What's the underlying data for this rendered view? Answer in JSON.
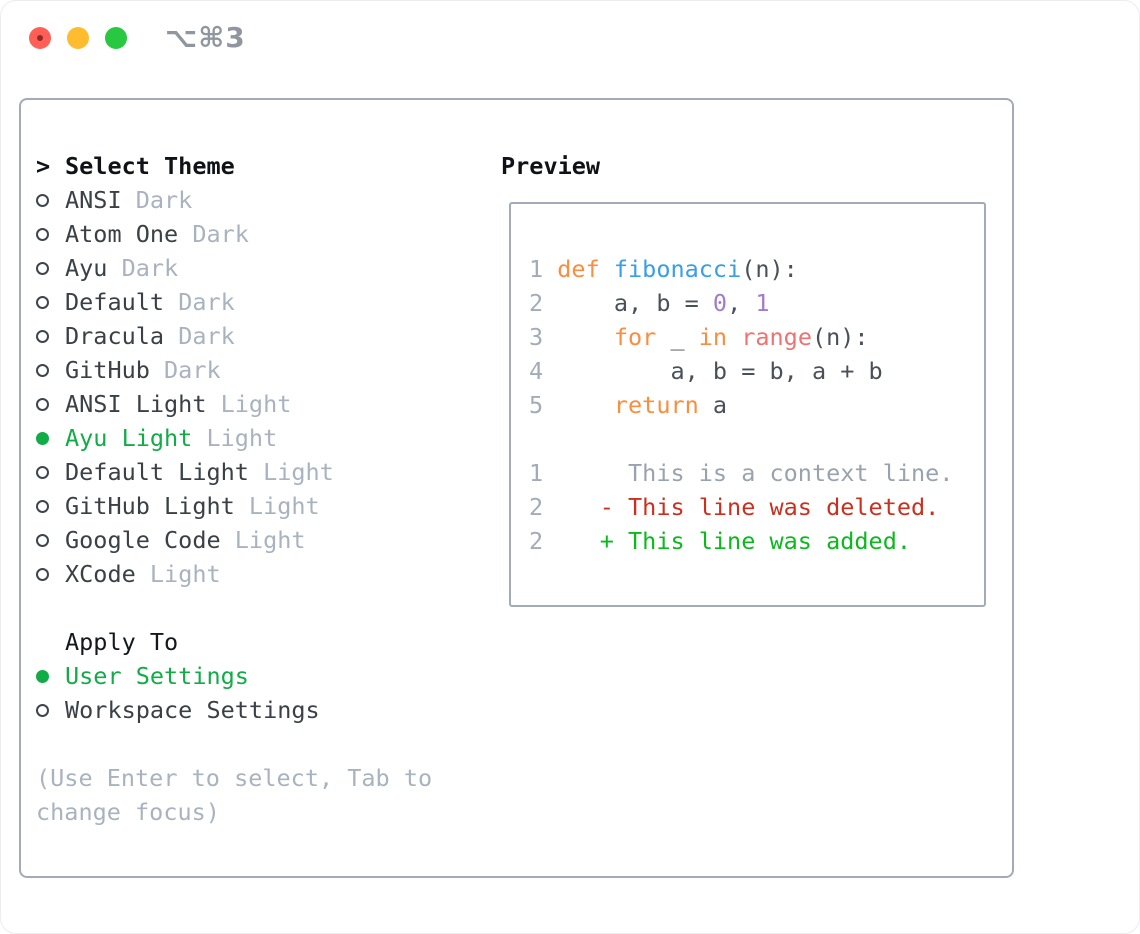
{
  "window": {
    "title": "⌥⌘3"
  },
  "selector": {
    "prompt": ">",
    "header": "Select Theme",
    "themes": [
      {
        "name": "ANSI",
        "variant": "Dark",
        "selected": false
      },
      {
        "name": "Atom One",
        "variant": "Dark",
        "selected": false
      },
      {
        "name": "Ayu",
        "variant": "Dark",
        "selected": false
      },
      {
        "name": "Default",
        "variant": "Dark",
        "selected": false
      },
      {
        "name": "Dracula",
        "variant": "Dark",
        "selected": false
      },
      {
        "name": "GitHub",
        "variant": "Dark",
        "selected": false
      },
      {
        "name": "ANSI Light",
        "variant": "Light",
        "selected": false
      },
      {
        "name": "Ayu Light",
        "variant": "Light",
        "selected": true
      },
      {
        "name": "Default Light",
        "variant": "Light",
        "selected": false
      },
      {
        "name": "GitHub Light",
        "variant": "Light",
        "selected": false
      },
      {
        "name": "Google Code",
        "variant": "Light",
        "selected": false
      },
      {
        "name": "XCode",
        "variant": "Light",
        "selected": false
      }
    ],
    "apply_to": {
      "header": "Apply To",
      "options": [
        {
          "name": "User Settings",
          "selected": true
        },
        {
          "name": "Workspace Settings",
          "selected": false
        }
      ]
    },
    "hint": "(Use Enter to select, Tab to change focus)"
  },
  "preview": {
    "header": "Preview",
    "code": [
      {
        "num": "1",
        "tokens": [
          {
            "text": "def",
            "style": "keyword"
          },
          {
            "text": " ",
            "style": "plain"
          },
          {
            "text": "fibonacci",
            "style": "function"
          },
          {
            "text": "(n):",
            "style": "plain"
          }
        ]
      },
      {
        "num": "2",
        "tokens": [
          {
            "text": "    a, b = ",
            "style": "plain"
          },
          {
            "text": "0",
            "style": "number"
          },
          {
            "text": ", ",
            "style": "plain"
          },
          {
            "text": "1",
            "style": "number"
          }
        ]
      },
      {
        "num": "3",
        "tokens": [
          {
            "text": "    ",
            "style": "plain"
          },
          {
            "text": "for",
            "style": "keyword"
          },
          {
            "text": " _ ",
            "style": "plain"
          },
          {
            "text": "in",
            "style": "keyword"
          },
          {
            "text": " ",
            "style": "plain"
          },
          {
            "text": "range",
            "style": "builtin"
          },
          {
            "text": "(n):",
            "style": "plain"
          }
        ]
      },
      {
        "num": "4",
        "tokens": [
          {
            "text": "        a, b = b, a + b",
            "style": "plain"
          }
        ]
      },
      {
        "num": "5",
        "tokens": [
          {
            "text": "    ",
            "style": "plain"
          },
          {
            "text": "return",
            "style": "keyword"
          },
          {
            "text": " a",
            "style": "plain"
          }
        ]
      },
      {
        "num": "",
        "tokens": []
      },
      {
        "num": "1",
        "tokens": [
          {
            "text": "     This is a context line.",
            "style": "context"
          }
        ]
      },
      {
        "num": "2",
        "tokens": [
          {
            "text": "   - This line was deleted.",
            "style": "deleted"
          }
        ]
      },
      {
        "num": "2",
        "tokens": [
          {
            "text": "   + This line was added.",
            "style": "added"
          }
        ]
      }
    ]
  },
  "colors": {
    "selection_green": "#12AC47",
    "added": "#0CB91D",
    "deleted": "#CC2F1E",
    "keyword": "#FA8D3E",
    "function": "#399EE6",
    "number": "#A37ACC",
    "builtin": "#F07171",
    "plain": "#4A5059",
    "context": "#9AA3AD",
    "line_number": "#A2ACB8",
    "muted": "#A9B3BF",
    "text": "#3A4046",
    "border": "#A3ABB6",
    "traffic_close": "#FF5F57",
    "traffic_minimize": "#FEBC2E",
    "traffic_maximize": "#28C840"
  }
}
